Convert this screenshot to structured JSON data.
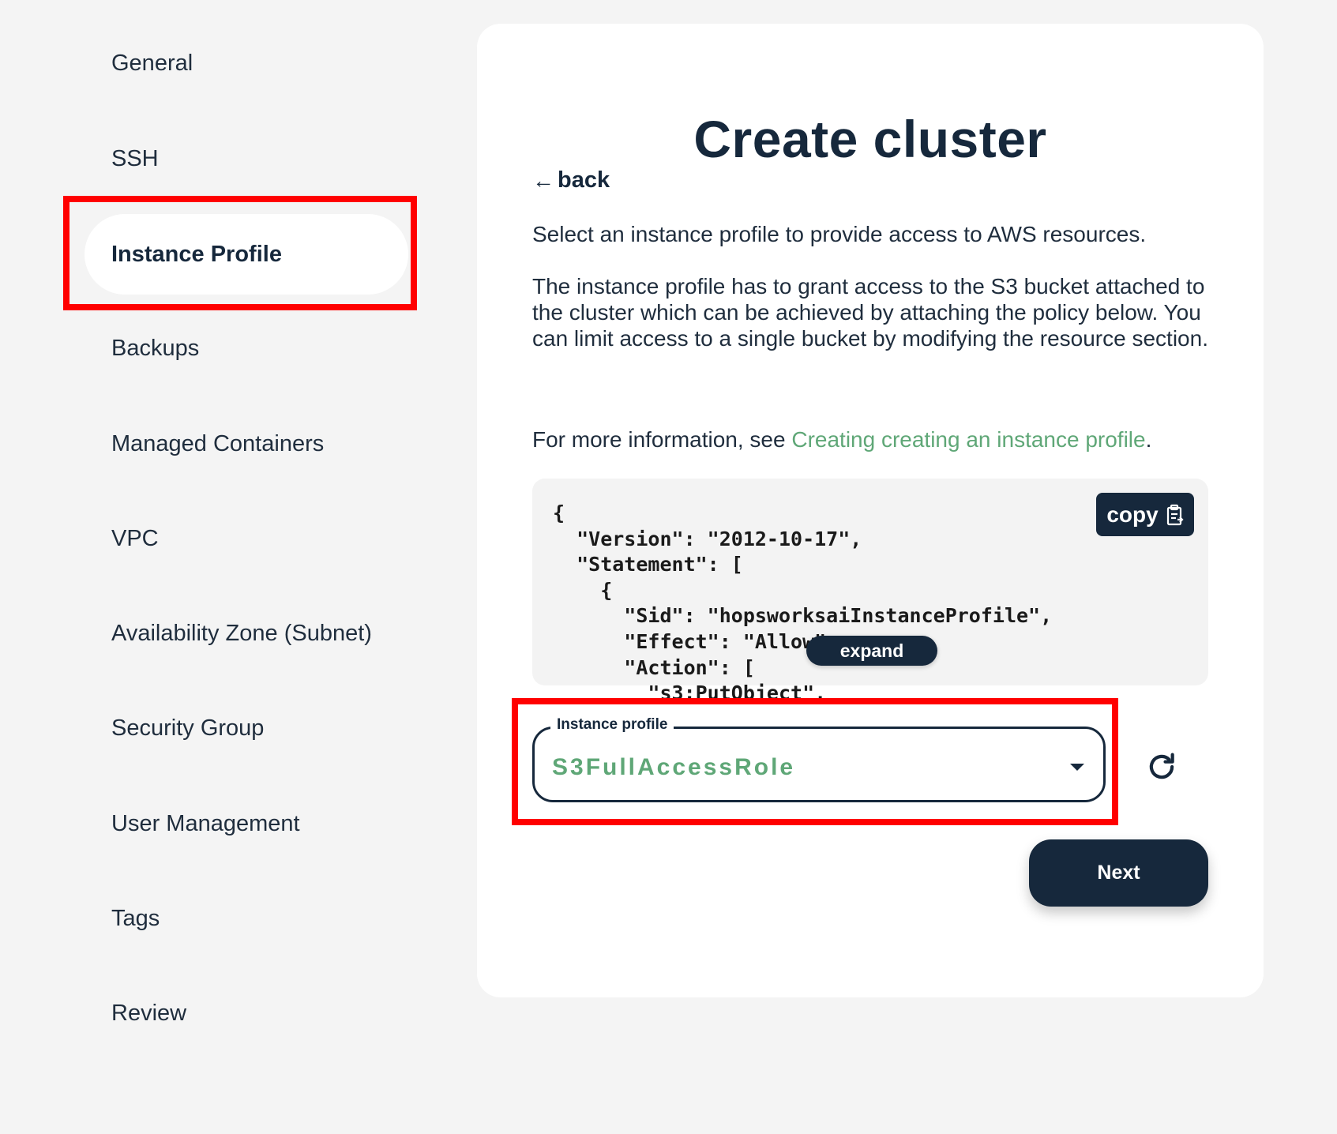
{
  "sidebar": {
    "items": [
      {
        "label": "General"
      },
      {
        "label": "SSH"
      },
      {
        "label": "Instance Profile",
        "active": true
      },
      {
        "label": "Backups"
      },
      {
        "label": "Managed Containers"
      },
      {
        "label": "VPC"
      },
      {
        "label": "Availability Zone (Subnet)"
      },
      {
        "label": "Security Group"
      },
      {
        "label": "User Management"
      },
      {
        "label": "Tags"
      },
      {
        "label": "Review"
      }
    ]
  },
  "main": {
    "title": "Create cluster",
    "back_arrow": "←",
    "back_label": "back",
    "intro": "Select an instance profile to provide access to AWS resources.",
    "details": "The instance profile has to grant access to the S3 bucket attached to the cluster which can be achieved by attaching the policy below. You can limit access to a single bucket by modifying the resource section.",
    "more_info_prefix": "For more information, see ",
    "more_info_link": "Creating creating an instance profile",
    "more_info_suffix": ".",
    "code": "{\n  \"Version\": \"2012-10-17\",\n  \"Statement\": [\n    {\n      \"Sid\": \"hopsworksaiInstanceProfile\",\n      \"Effect\": \"Allow\",\n      \"Action\": [\n        \"s3:PutObject\",",
    "copy_label": "copy",
    "copy_icon": "clipboard-icon",
    "expand_label": "expand",
    "select_label": "Instance profile",
    "select_value": "S3FullAccessRole",
    "refresh_icon": "refresh-icon",
    "next_label": "Next"
  },
  "colors": {
    "primary": "#16283c",
    "link": "#5fa777",
    "highlight": "#ff0000",
    "background": "#f4f4f4"
  }
}
